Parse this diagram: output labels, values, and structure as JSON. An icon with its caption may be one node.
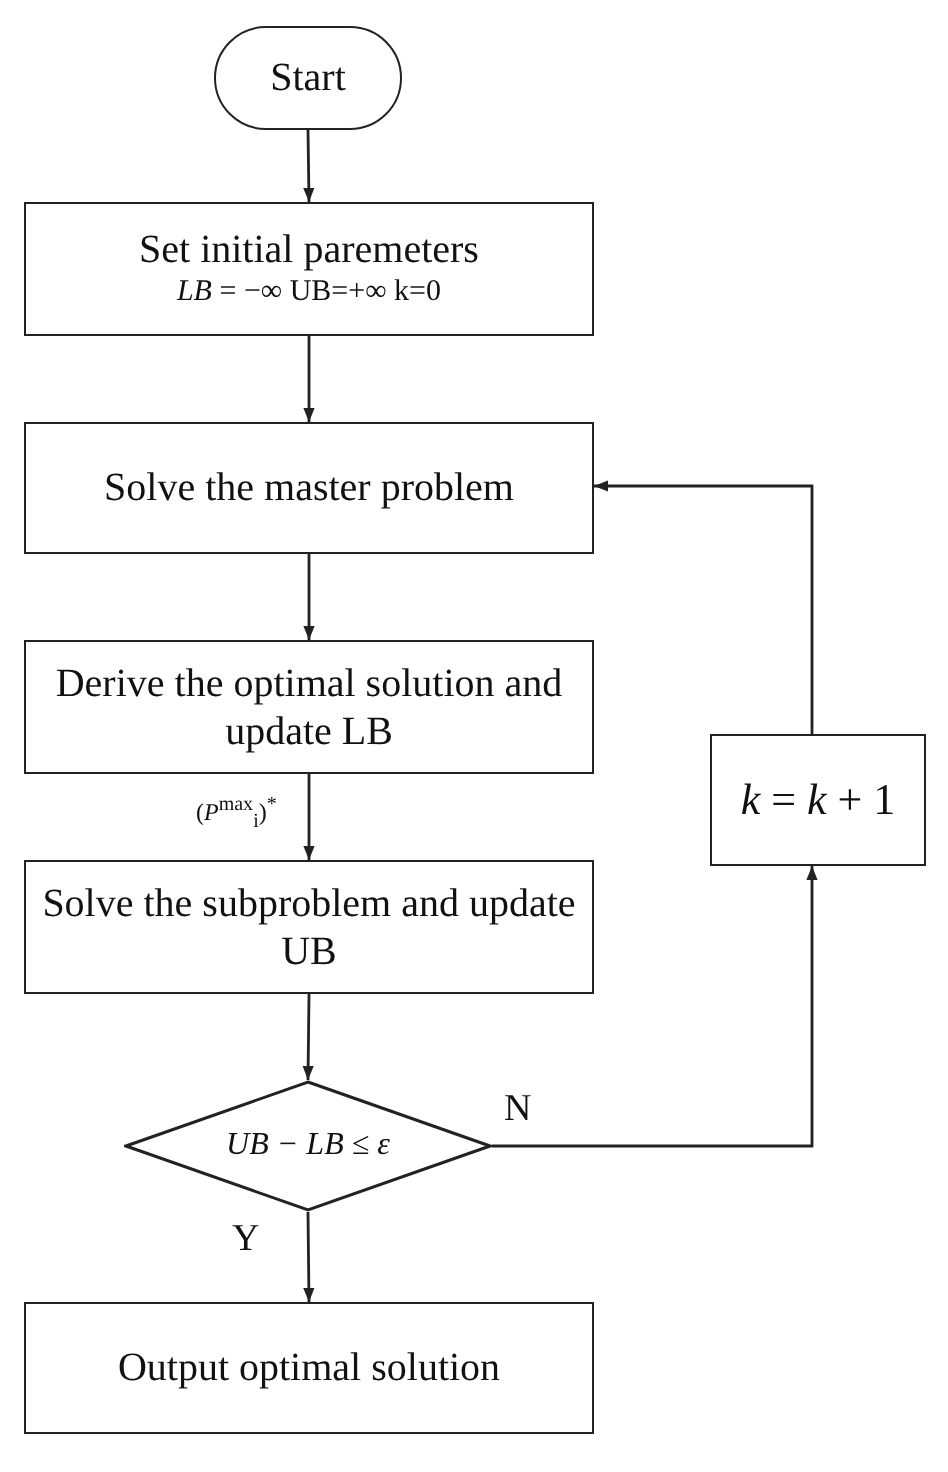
{
  "diagram": {
    "nodes": [
      {
        "text": [
          "Start"
        ]
      },
      {
        "text": [
          "Set initial paremeters",
          "*LB* = −∞ UB=+∞ k=0"
        ]
      },
      {
        "text": [
          "Solve the master problem"
        ]
      },
      {
        "text": [
          "Derive the optimal solution and update LB"
        ]
      },
      {
        "text": [
          "Solve the subproblem and update UB"
        ]
      },
      {
        "text": [
          "UB − LB ≤ ε"
        ]
      },
      {
        "text": [
          "Output optimal solution"
        ]
      },
      {
        "text": [
          "*k* = *k* + 1"
        ]
      }
    ],
    "edges": [
      {
        "from": 0,
        "to": 1,
        "arrow": "to"
      },
      {
        "from": 1,
        "to": 2,
        "arrow": "to"
      },
      {
        "from": 2,
        "to": 3,
        "arrow": "to"
      },
      {
        "from": 3,
        "to": 4,
        "arrow": "to",
        "label": "(*P*$^{max}$$_{i}$)$^{*}$"
      },
      {
        "from": 4,
        "to": 5,
        "arrow": "to"
      },
      {
        "from": 5,
        "to": 6,
        "arrow": "to",
        "label": "Y"
      },
      {
        "from": 5,
        "to": 7,
        "arrow": "to",
        "label": "N"
      },
      {
        "from": 7,
        "to": 2,
        "arrow": "to"
      }
    ]
  }
}
